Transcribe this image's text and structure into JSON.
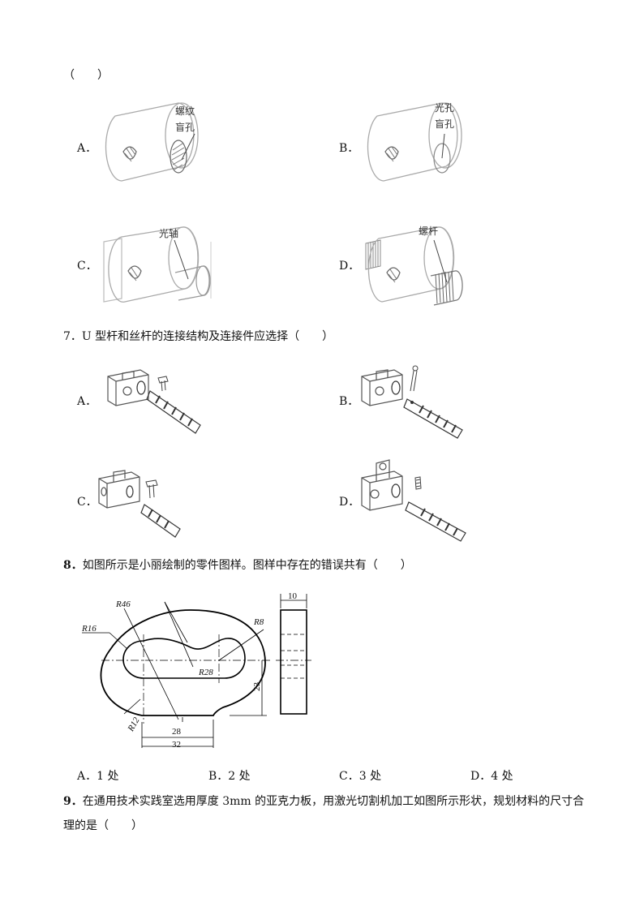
{
  "q6": {
    "tail": "（　　）",
    "options": [
      {
        "letter": "A．",
        "labels": [
          "螺纹",
          "盲孔"
        ]
      },
      {
        "letter": "B．",
        "labels": [
          "光孔",
          "盲孔"
        ]
      },
      {
        "letter": "C．",
        "labels": [
          "光轴"
        ]
      },
      {
        "letter": "D．",
        "labels": [
          "螺杆"
        ]
      }
    ]
  },
  "q7": {
    "number": "7．",
    "stem": "U  型杆和丝杆的连接结构及连接件应选择（　　）",
    "options": [
      "A．",
      "B．",
      "C．",
      "D．"
    ]
  },
  "q8": {
    "number": "8．",
    "stem": "如图所示是小丽绘制的零件图样。图样中存在的错误共有（　　）",
    "dims": {
      "R46": "R46",
      "R16": "R16",
      "R8": "R8",
      "R28": "R28",
      "R12": "R12",
      "d28": "28",
      "d32": "32",
      "d23": "23",
      "d10": "10"
    },
    "choices": [
      "A．1 处",
      "B．2 处",
      "C．3 处",
      "D．4 处"
    ]
  },
  "q9": {
    "number": "9．",
    "stem_line1": "在通用技术实践室选用厚度 3mm 的亚克力板，用激光切割机加工如图所示形状，规划材料的尺寸合",
    "stem_line2": "理的是（　　）"
  }
}
